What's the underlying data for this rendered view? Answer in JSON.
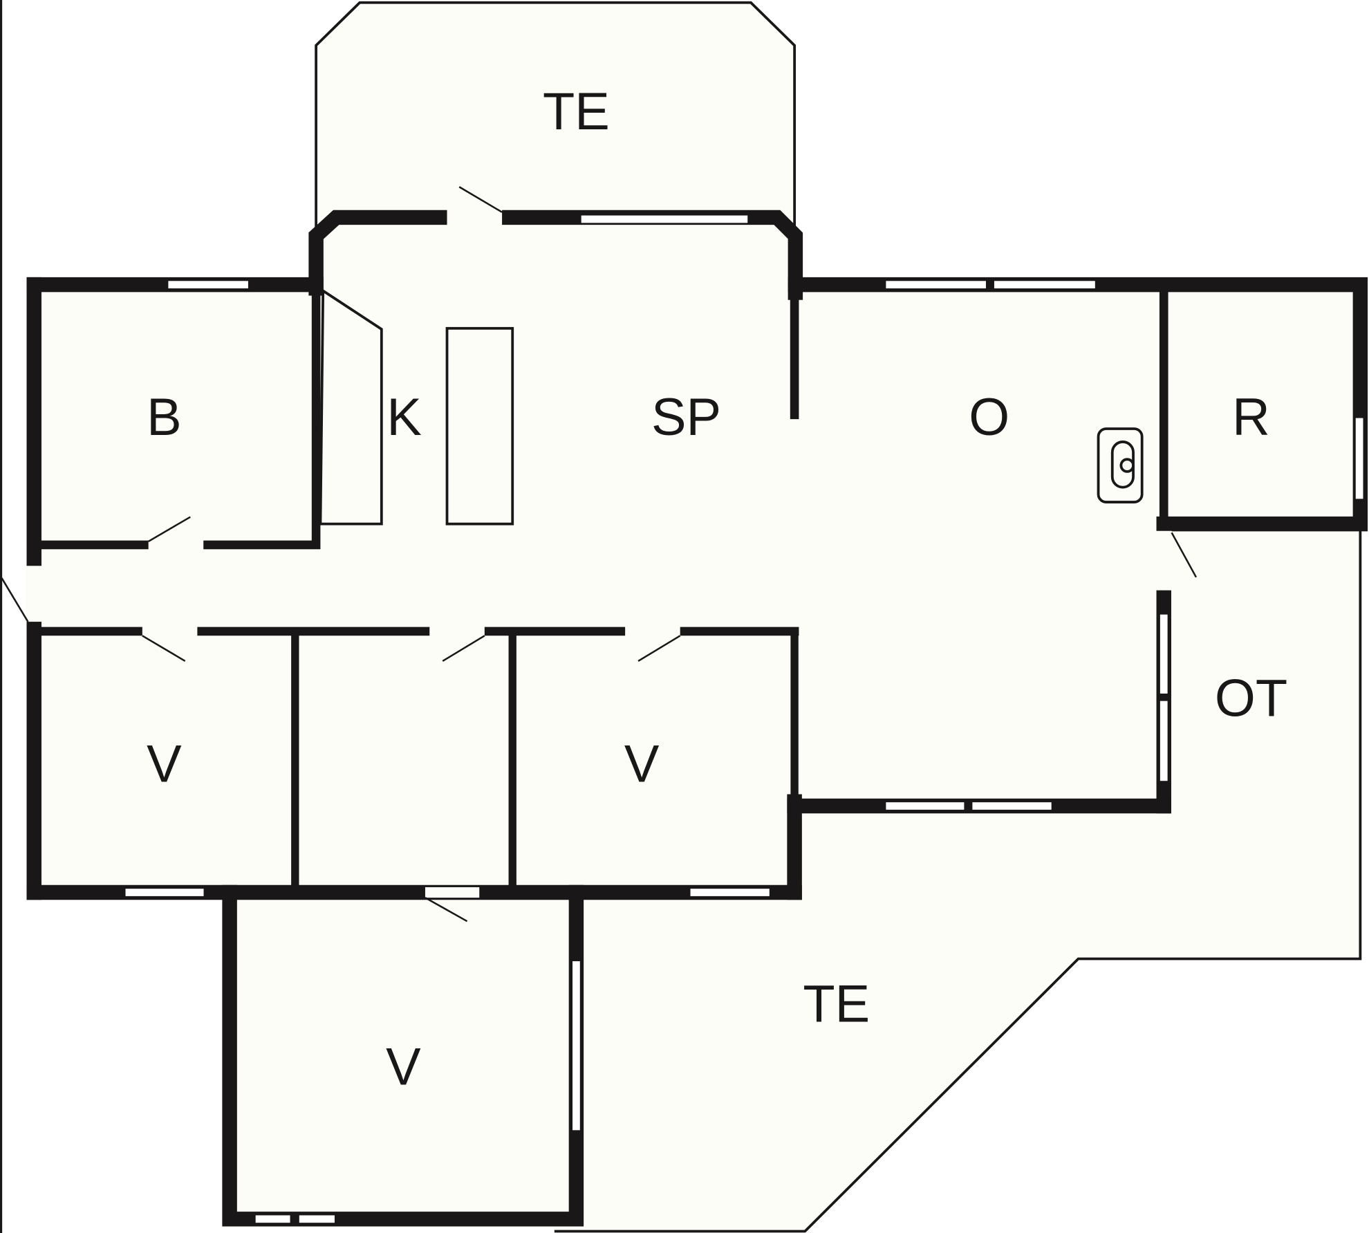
{
  "plan": {
    "rooms": {
      "terrace_top": "TE",
      "bedroom_b": "B",
      "kitchen": "K",
      "dining": "SP",
      "living": "O",
      "room_r": "R",
      "bedroom_v1": "V",
      "bedroom_v2": "V",
      "bedroom_v3": "V",
      "covered_terrace": "OT",
      "terrace_bottom": "TE"
    },
    "colors": {
      "wall": "#1a1718",
      "floor": "#fcfdf7"
    }
  }
}
